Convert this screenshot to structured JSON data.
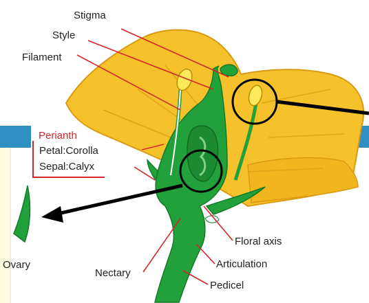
{
  "labels": {
    "stigma": "Stigma",
    "style": "Style",
    "filament": "Filament",
    "perianth": "Perianth",
    "petal": "Petal:Corolla",
    "sepal": "Sepal:Calyx",
    "ovary": "Ovary",
    "nectary": "Nectary",
    "floral_axis": "Floral axis",
    "articulation": "Articulation",
    "pedicel": "Pedicel"
  },
  "colors": {
    "petal": "#f6c22b",
    "petal_shade": "#d99a12",
    "green": "#22a03a",
    "green_dark": "#147a27",
    "label_red": "#d3262b",
    "anther": "#ffe85a",
    "slide_bar": "#2f8fc0",
    "slide_panel": "#fffbe0"
  }
}
